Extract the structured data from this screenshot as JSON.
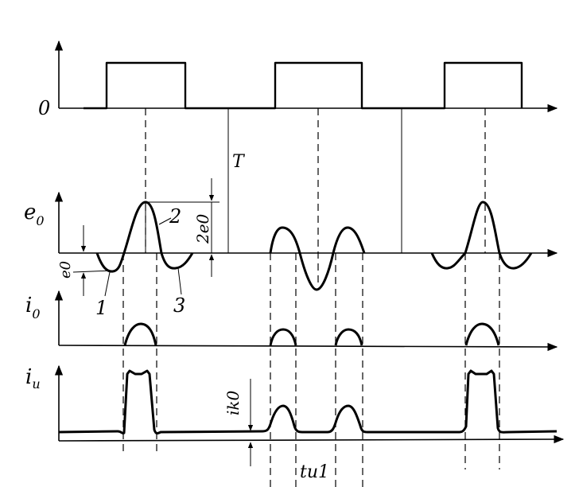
{
  "labels": {
    "zero": "0",
    "period": "T",
    "e0": "e",
    "e0_sub": "0",
    "i0": "i",
    "i0_sub": "0",
    "iu": "i",
    "iu_sub": "u",
    "two_e0": "2e0",
    "small_e0": "e0",
    "ik0": "ik0",
    "tu1": "tu1",
    "curve_1": "1",
    "curve_2": "2",
    "curve_3": "3"
  },
  "colors": {
    "ink": "#000000",
    "background": "#ffffff"
  }
}
